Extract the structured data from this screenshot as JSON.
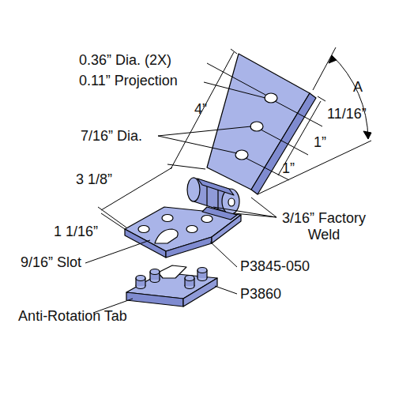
{
  "diagram": {
    "labels": [
      "0.36” Dia. (2X)",
      "0.11” Projection",
      "4”",
      "A",
      "11/16”",
      "7/16” Dia.",
      "1”",
      "1”",
      "3 1/8”",
      "1 1/16”",
      "3/16” Factory Weld",
      "9/16” Slot",
      "P3845-050",
      "P3860",
      "Anti-Rotation Tab"
    ]
  }
}
